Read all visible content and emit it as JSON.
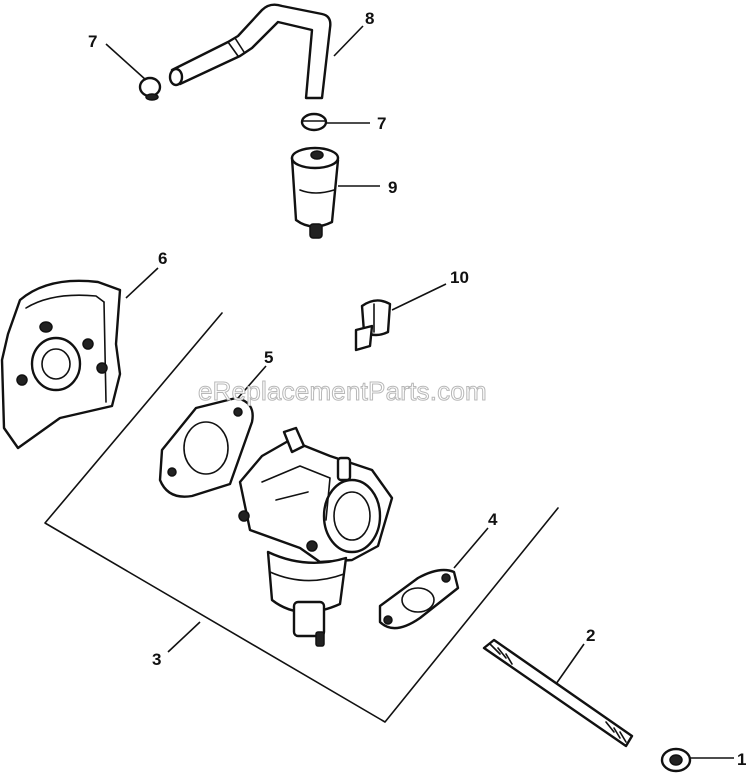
{
  "watermark": "eReplacementParts.com",
  "callouts": {
    "c1": "1",
    "c2": "2",
    "c3": "3",
    "c4": "4",
    "c5": "5",
    "c6": "6",
    "c7a": "7",
    "c7b": "7",
    "c8": "8",
    "c9": "9",
    "c10": "10"
  }
}
